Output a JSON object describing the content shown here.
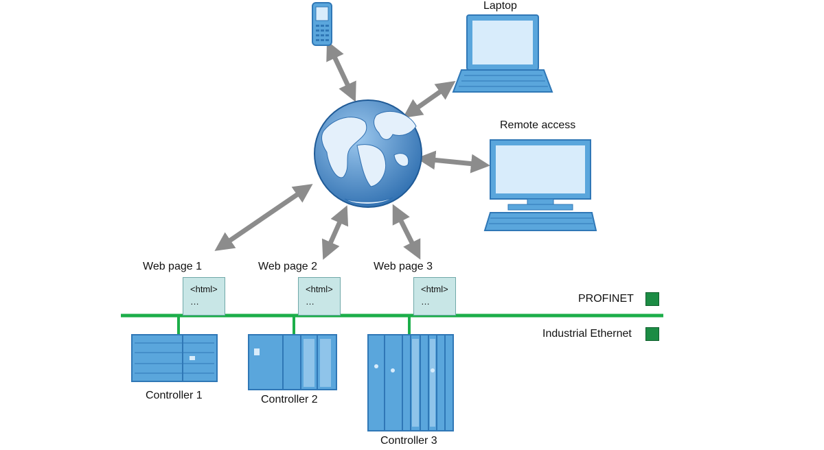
{
  "devices": {
    "laptop_label": "Laptop",
    "remote_label": "Remote access"
  },
  "web_pages": [
    {
      "title": "Web page 1",
      "line1": "<html>",
      "line2": "…"
    },
    {
      "title": "Web page 2",
      "line1": "<html>",
      "line2": "…"
    },
    {
      "title": "Web page 3",
      "line1": "<html>",
      "line2": "…"
    }
  ],
  "controllers": [
    "Controller 1",
    "Controller 2",
    "Controller 3"
  ],
  "legend": [
    {
      "label": "PROFINET",
      "color": "#1c8c44"
    },
    {
      "label": "Industrial Ethernet",
      "color": "#1c8c44"
    }
  ],
  "colors": {
    "network_line": "#1cae4a",
    "device_fill": "#5aa6dc",
    "device_dark": "#2f77b6",
    "screen_fill": "#d8ecfb",
    "arrow": "#8c8c8c",
    "globe_ocean": "#4a8fd0",
    "globe_land": "#d9eaf8"
  }
}
